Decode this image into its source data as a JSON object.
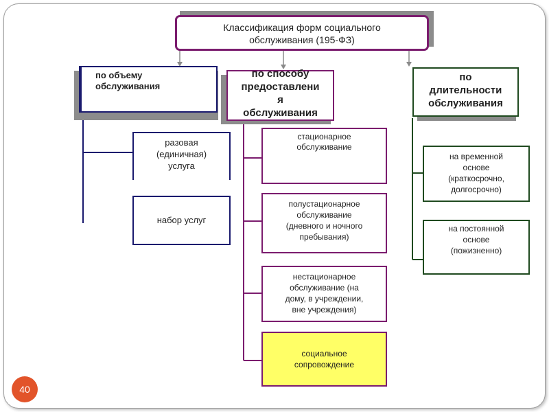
{
  "title": "Классификация форм социального\nобслуживания (195-ФЗ)",
  "categories": {
    "volume": "по объему\nобслуживания",
    "method": "по способу\nпредоставлени\nя\nобслуживания",
    "duration": "по\nдлительности\nобслуживания"
  },
  "volume_items": [
    "разовая\n(единичная)\nуслуга",
    "набор услуг"
  ],
  "method_items": [
    "стационарное\nобслуживание",
    "полустационарное\nобслуживание\n(дневного и ночного\nпребывания)",
    "нестационарное\nобслуживание (на\nдому, в учреждении,\nвне учреждения)",
    "социальное\nсопровождение"
  ],
  "duration_items": [
    "на временной\nоснове\n(краткосрочно,\nдолгосрочно)",
    "на постоянной\nоснове\n(пожизненно)"
  ],
  "page_number": "40",
  "colors": {
    "purple": "#7b1c6e",
    "navy": "#1a1a6e",
    "green": "#1f4a1f",
    "highlight": "#ffff66"
  }
}
